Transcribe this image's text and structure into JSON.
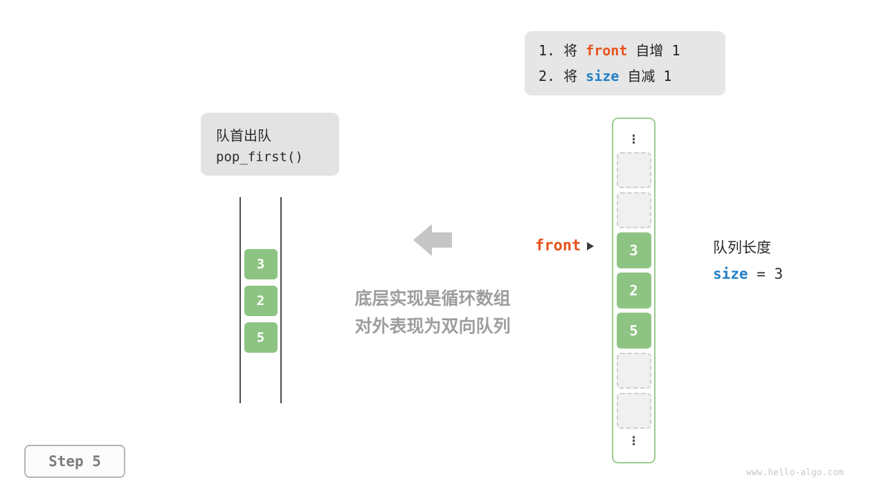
{
  "colors": {
    "green": "#8ec483",
    "orange": "#e8531f",
    "blue": "#2480c8",
    "gray_note": "#9d9d9d"
  },
  "instruction_box": {
    "line1": {
      "prefix": "1. 将 ",
      "keyword": "front",
      "suffix": " 自增 1"
    },
    "line2": {
      "prefix": "2. 将 ",
      "keyword": "size",
      "suffix": " 自减 1"
    }
  },
  "operation_box": {
    "title": "队首出队",
    "code": "pop_first()"
  },
  "abstract_queue": {
    "values": [
      "3",
      "2",
      "5"
    ]
  },
  "center_note": {
    "line1": "底层实现是循环数组",
    "line2": "对外表现为双向队列"
  },
  "front_pointer": {
    "label": "front"
  },
  "array": {
    "cells": [
      {
        "type": "ellipsis",
        "glyph": "⋮"
      },
      {
        "type": "empty"
      },
      {
        "type": "empty"
      },
      {
        "type": "filled",
        "value": "3"
      },
      {
        "type": "filled",
        "value": "2"
      },
      {
        "type": "filled",
        "value": "5"
      },
      {
        "type": "empty"
      },
      {
        "type": "empty"
      },
      {
        "type": "ellipsis",
        "glyph": "⋮"
      }
    ]
  },
  "size_label": {
    "title": "队列长度",
    "keyword": "size",
    "suffix": " = 3"
  },
  "step_badge": {
    "label": "Step 5"
  },
  "watermark": "www.hello-algo.com"
}
